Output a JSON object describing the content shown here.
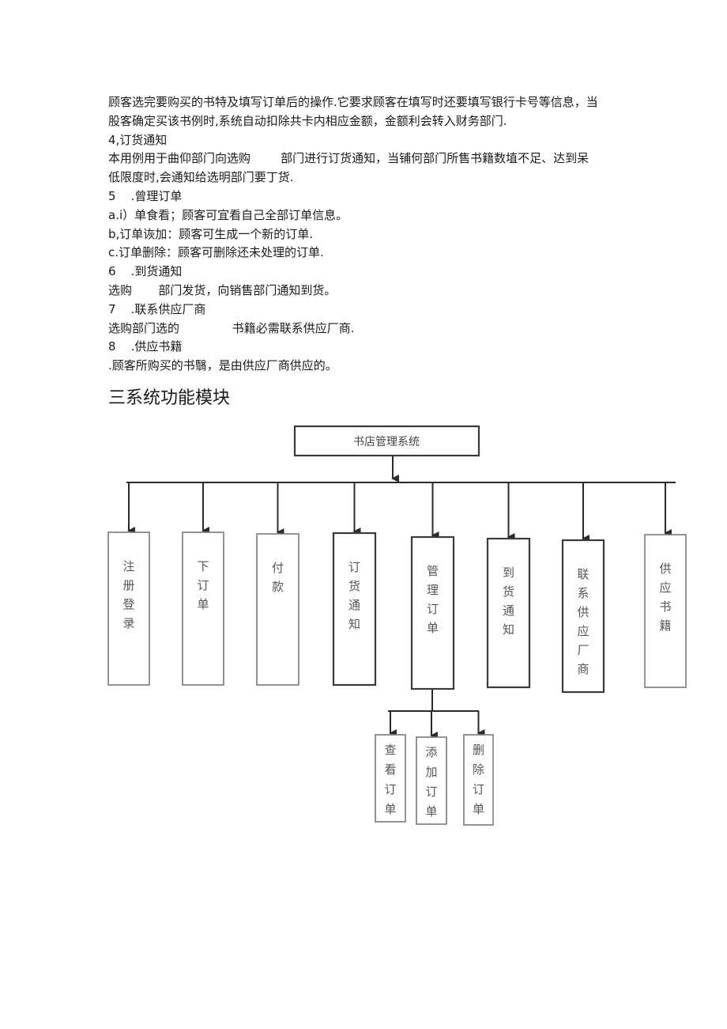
{
  "text_lines": [
    "顾客选完要购买的书特及填写订单后的操作.它要求顾客在填写时还要填写银行卡号等信息，当",
    "股客确定买该书例时,系统自动扣除共卡内相应金额，金额利会转入财务部门.",
    "4,订货通知",
    "本用例用于曲仰部门向选购        部门进行订货通知，当铺何部门所售书籍数埴不足、达到呆",
    "低限度时,会通知给选明部门要丁货.",
    "5    .曾理订单",
    "a.i）单食看；顾客可宜看自己全部订单信息。",
    "b,订单诙加：顾客可生成一个新的订单.",
    "c.订单删除：顾客可删除还未处理的订单.",
    "6    .到货通知",
    "选购       部门发货，向销售部门通知到货。",
    "7    .联系供应厂商",
    "选购部门选的              书籍必需联系供应厂商.",
    "8    .供应书籍",
    ".顾客所购买的书翳，是由供应厂商供应的。"
  ],
  "section_heading": "三系统功能模块",
  "diagram": {
    "root": "书店管理系统",
    "modules": [
      {
        "chars": [
          "注",
          "册",
          "登",
          "录"
        ]
      },
      {
        "chars": [
          "下",
          "订",
          "单"
        ]
      },
      {
        "chars": [
          "付",
          "款"
        ]
      },
      {
        "chars": [
          "订",
          "货",
          "通",
          "知"
        ]
      },
      {
        "chars": [
          "管",
          "理",
          "订",
          "单"
        ]
      },
      {
        "chars": [
          "到",
          "货",
          "通",
          "知"
        ]
      },
      {
        "chars": [
          "联",
          "系",
          "供",
          "应",
          "厂",
          "商"
        ]
      },
      {
        "chars": [
          "供",
          "应",
          "书",
          "籍"
        ]
      }
    ],
    "submodules": [
      {
        "chars": [
          "查",
          "看",
          "订",
          "单"
        ]
      },
      {
        "chars": [
          "添",
          "加",
          "订",
          "单"
        ]
      },
      {
        "chars": [
          "删",
          "除",
          "订",
          "单"
        ]
      }
    ]
  }
}
